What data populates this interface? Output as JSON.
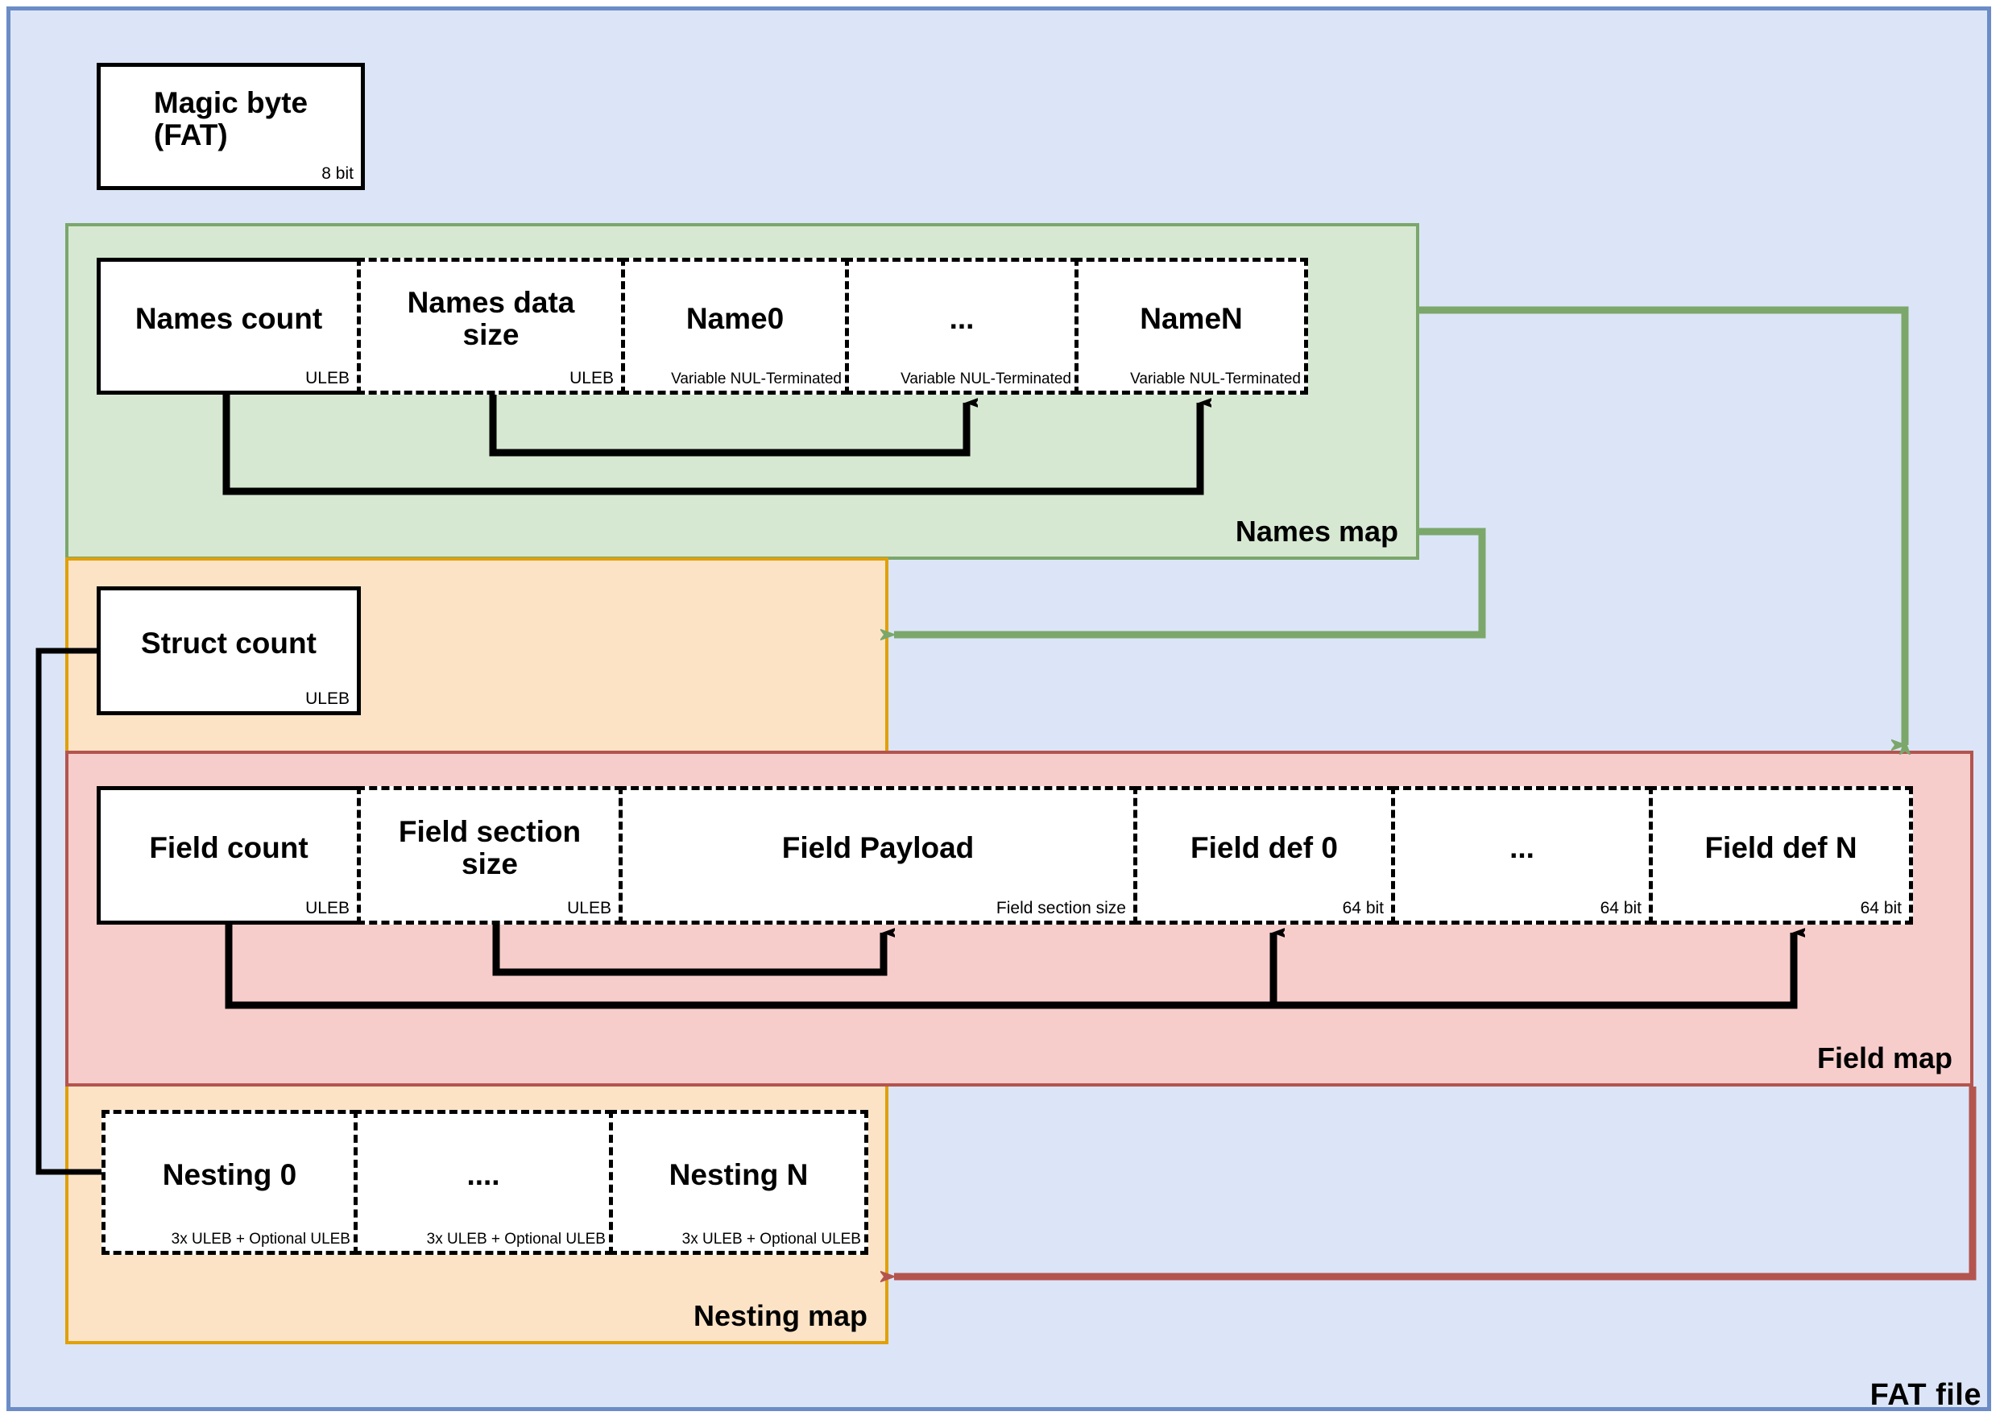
{
  "diagram": {
    "title": "FAT file",
    "outer_label": "FAT file"
  },
  "magic": {
    "title": "Magic byte\n(FAT)",
    "size": "8 bit"
  },
  "names_map": {
    "label": "Names map",
    "cells": [
      {
        "title": "Names count",
        "size": "ULEB",
        "style": "solid"
      },
      {
        "title": "Names data\nsize",
        "size": "ULEB",
        "style": "dashed"
      },
      {
        "title": "Name0",
        "size": "Variable NUL-Terminated",
        "style": "dashed"
      },
      {
        "title": "...",
        "size": "Variable NUL-Terminated",
        "style": "dashed"
      },
      {
        "title": "NameN",
        "size": "Variable NUL-Terminated",
        "style": "dashed"
      }
    ]
  },
  "struct_section": {
    "cells": [
      {
        "title": "Struct count",
        "size": "ULEB",
        "style": "solid"
      }
    ]
  },
  "field_map": {
    "label": "Field map",
    "cells": [
      {
        "title": "Field count",
        "size": "ULEB",
        "style": "solid"
      },
      {
        "title": "Field section\nsize",
        "size": "ULEB",
        "style": "dashed"
      },
      {
        "title": "Field Payload",
        "size": "Field section size",
        "style": "dashed"
      },
      {
        "title": "Field def 0",
        "size": "64 bit",
        "style": "dashed"
      },
      {
        "title": "...",
        "size": "64 bit",
        "style": "dashed"
      },
      {
        "title": "Field def N",
        "size": "64 bit",
        "style": "dashed"
      }
    ]
  },
  "nesting_map": {
    "label": "Nesting map",
    "cells": [
      {
        "title": "Nesting 0",
        "size": "3x ULEB + Optional ULEB",
        "style": "dashed"
      },
      {
        "title": "....",
        "size": "3x ULEB + Optional ULEB",
        "style": "dashed"
      },
      {
        "title": "Nesting N",
        "size": "3x ULEB + Optional ULEB",
        "style": "dashed"
      }
    ]
  },
  "colors": {
    "file_bg": "#dbe5f7",
    "file_border": "#6b8cc7",
    "names_bg": "#d6e8d2",
    "names_border": "#7ba76b",
    "struct_bg": "#fce3c6",
    "struct_border": "#e0a009",
    "field_bg": "#f7cdcb",
    "field_border": "#b4544f",
    "connector_black": "#000000"
  }
}
